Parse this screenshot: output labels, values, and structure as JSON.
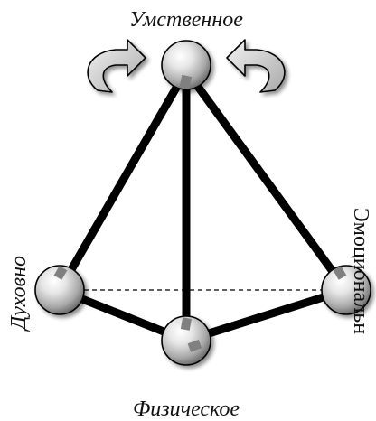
{
  "diagram": {
    "title": "",
    "vertices": {
      "top": {
        "label": "Умственное"
      },
      "left": {
        "label": "Духовно"
      },
      "right": {
        "label": "Эмоциональн"
      },
      "bottom": {
        "label": "Физическое"
      }
    },
    "edges": [
      {
        "from": "top",
        "to": "left",
        "style": "solid"
      },
      {
        "from": "top",
        "to": "right",
        "style": "solid"
      },
      {
        "from": "top",
        "to": "bottom",
        "style": "solid"
      },
      {
        "from": "left",
        "to": "bottom",
        "style": "solid"
      },
      {
        "from": "right",
        "to": "bottom",
        "style": "solid"
      },
      {
        "from": "left",
        "to": "right",
        "style": "dashed"
      }
    ],
    "rotation_arrows": [
      {
        "name": "rotate-left-arrow-icon"
      },
      {
        "name": "rotate-right-arrow-icon"
      }
    ],
    "colors": {
      "edge": "#000000",
      "node_light": "#f2f2f2",
      "node_dark": "#6e6e6e",
      "arrow_fill": "#d4d4d4"
    }
  }
}
